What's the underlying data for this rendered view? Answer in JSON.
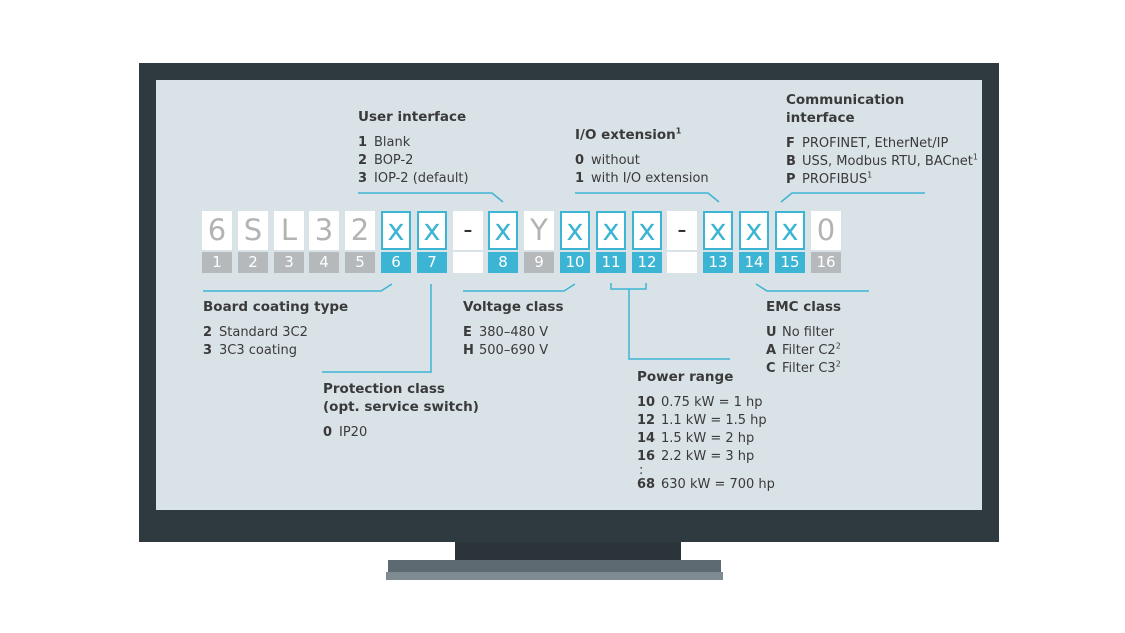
{
  "order_code": {
    "cells": [
      {
        "char": "6",
        "index": "1",
        "variable": false
      },
      {
        "char": "S",
        "index": "2",
        "variable": false
      },
      {
        "char": "L",
        "index": "3",
        "variable": false
      },
      {
        "char": "3",
        "index": "4",
        "variable": false
      },
      {
        "char": "2",
        "index": "5",
        "variable": false
      },
      {
        "char": "x",
        "index": "6",
        "variable": true
      },
      {
        "char": "x",
        "index": "7",
        "variable": true
      },
      {
        "char": "-",
        "index": "",
        "variable": false,
        "dash": true
      },
      {
        "char": "x",
        "index": "8",
        "variable": true
      },
      {
        "char": "Y",
        "index": "9",
        "variable": false
      },
      {
        "char": "x",
        "index": "10",
        "variable": true
      },
      {
        "char": "x",
        "index": "11",
        "variable": true
      },
      {
        "char": "x",
        "index": "12",
        "variable": true
      },
      {
        "char": "-",
        "index": "",
        "variable": false,
        "dash": true
      },
      {
        "char": "x",
        "index": "13",
        "variable": true
      },
      {
        "char": "x",
        "index": "14",
        "variable": true
      },
      {
        "char": "x",
        "index": "15",
        "variable": true
      },
      {
        "char": "0",
        "index": "16",
        "variable": false
      }
    ]
  },
  "user_interface": {
    "title": "User interface",
    "options": [
      {
        "key": "1",
        "label": "Blank"
      },
      {
        "key": "2",
        "label": "BOP-2"
      },
      {
        "key": "3",
        "label": "IOP-2 (default)"
      }
    ]
  },
  "io_extension": {
    "title": "I/O extension",
    "title_sup": "1",
    "options": [
      {
        "key": "0",
        "label": "without"
      },
      {
        "key": "1",
        "label": "with I/O extension"
      }
    ]
  },
  "communication_interface": {
    "title_line1": "Communication",
    "title_line2": "interface",
    "options": [
      {
        "key": "F",
        "label": "PROFINET, EtherNet/IP",
        "sup": ""
      },
      {
        "key": "B",
        "label": "USS, Modbus RTU, BACnet",
        "sup": "1"
      },
      {
        "key": "P",
        "label": "PROFIBUS",
        "sup": "1"
      }
    ]
  },
  "board_coating": {
    "title": "Board coating type",
    "options": [
      {
        "key": "2",
        "label": "Standard 3C2"
      },
      {
        "key": "3",
        "label": "3C3 coating"
      }
    ]
  },
  "voltage_class": {
    "title": "Voltage class",
    "options": [
      {
        "key": "E",
        "label": "380–480 V"
      },
      {
        "key": "H",
        "label": "500–690 V"
      }
    ]
  },
  "emc_class": {
    "title": "EMC class",
    "options": [
      {
        "key": "U",
        "label": "No filter",
        "sup": ""
      },
      {
        "key": "A",
        "label": "Filter C2",
        "sup": "2"
      },
      {
        "key": "C",
        "label": "Filter C3",
        "sup": "2"
      }
    ]
  },
  "protection_class": {
    "title_line1": "Protection class",
    "title_line2": "(opt. service switch)",
    "options": [
      {
        "key": "0",
        "label": "IP20"
      }
    ]
  },
  "power_range": {
    "title": "Power range",
    "options": [
      {
        "key": "10",
        "label": "0.75 kW = 1 hp"
      },
      {
        "key": "12",
        "label": "1.1 kW = 1.5 hp"
      },
      {
        "key": "14",
        "label": "1.5 kW = 2 hp"
      },
      {
        "key": "16",
        "label": "2.2 kW = 3 hp"
      }
    ],
    "ellipsis": ":",
    "last": {
      "key": "68",
      "label": "630 kW = 700 hp"
    }
  },
  "colors": {
    "accent": "#3cb4d3",
    "screen": "#d9e2e7",
    "bezel": "#2f3a40",
    "fixed_index_bg": "#b5b9bc"
  }
}
